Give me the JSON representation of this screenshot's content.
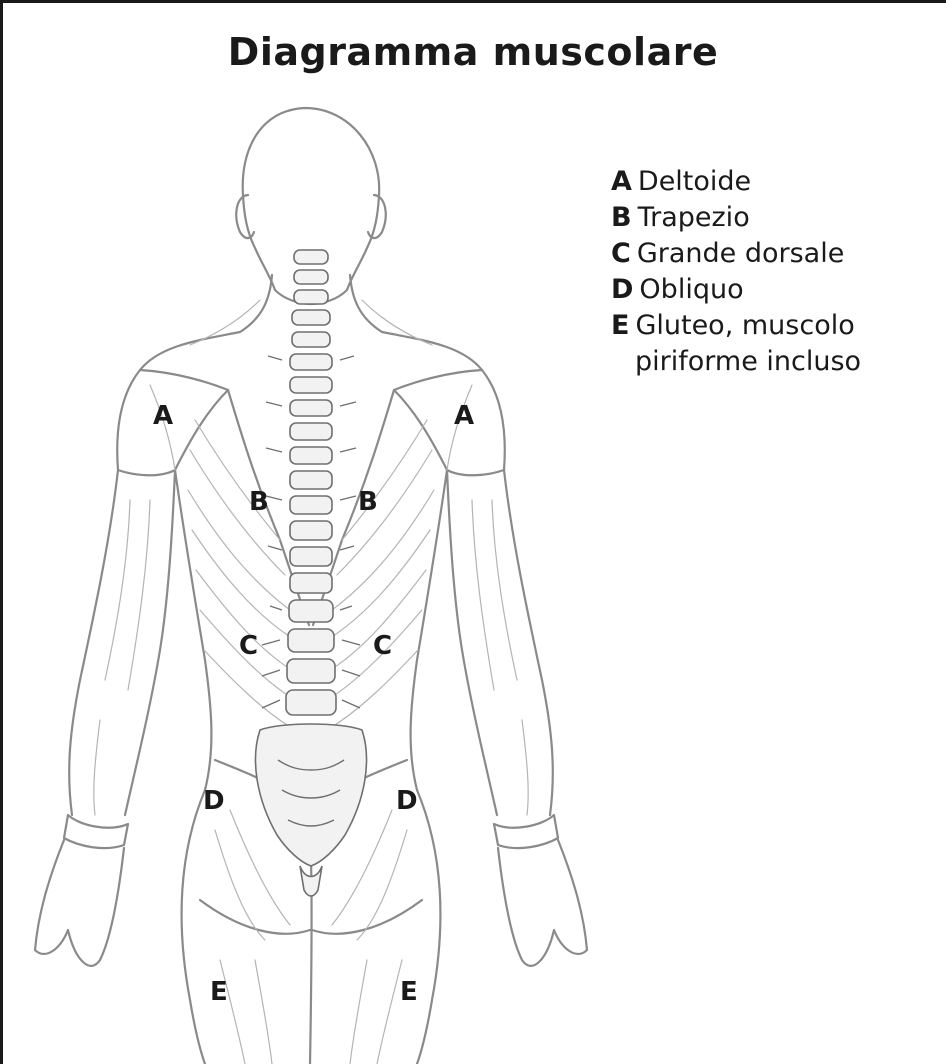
{
  "title": "Diagramma muscolare",
  "legend": [
    {
      "key": "A",
      "label": "Deltoide"
    },
    {
      "key": "B",
      "label": "Trapezio"
    },
    {
      "key": "C",
      "label": "Grande dorsale"
    },
    {
      "key": "D",
      "label": "Obliquo"
    },
    {
      "key": "E",
      "label": "Gluteo, muscolo",
      "label_cont": "piriforme incluso"
    }
  ],
  "markers": {
    "a_left": "A",
    "a_right": "A",
    "b_left": "B",
    "b_right": "B",
    "c_left": "C",
    "c_right": "C",
    "d_left": "D",
    "d_right": "D",
    "e_left": "E",
    "e_right": "E"
  },
  "colors": {
    "ink": "#1a1a1a",
    "line": "#8a8a8a",
    "bone": "#6f6f6f"
  }
}
